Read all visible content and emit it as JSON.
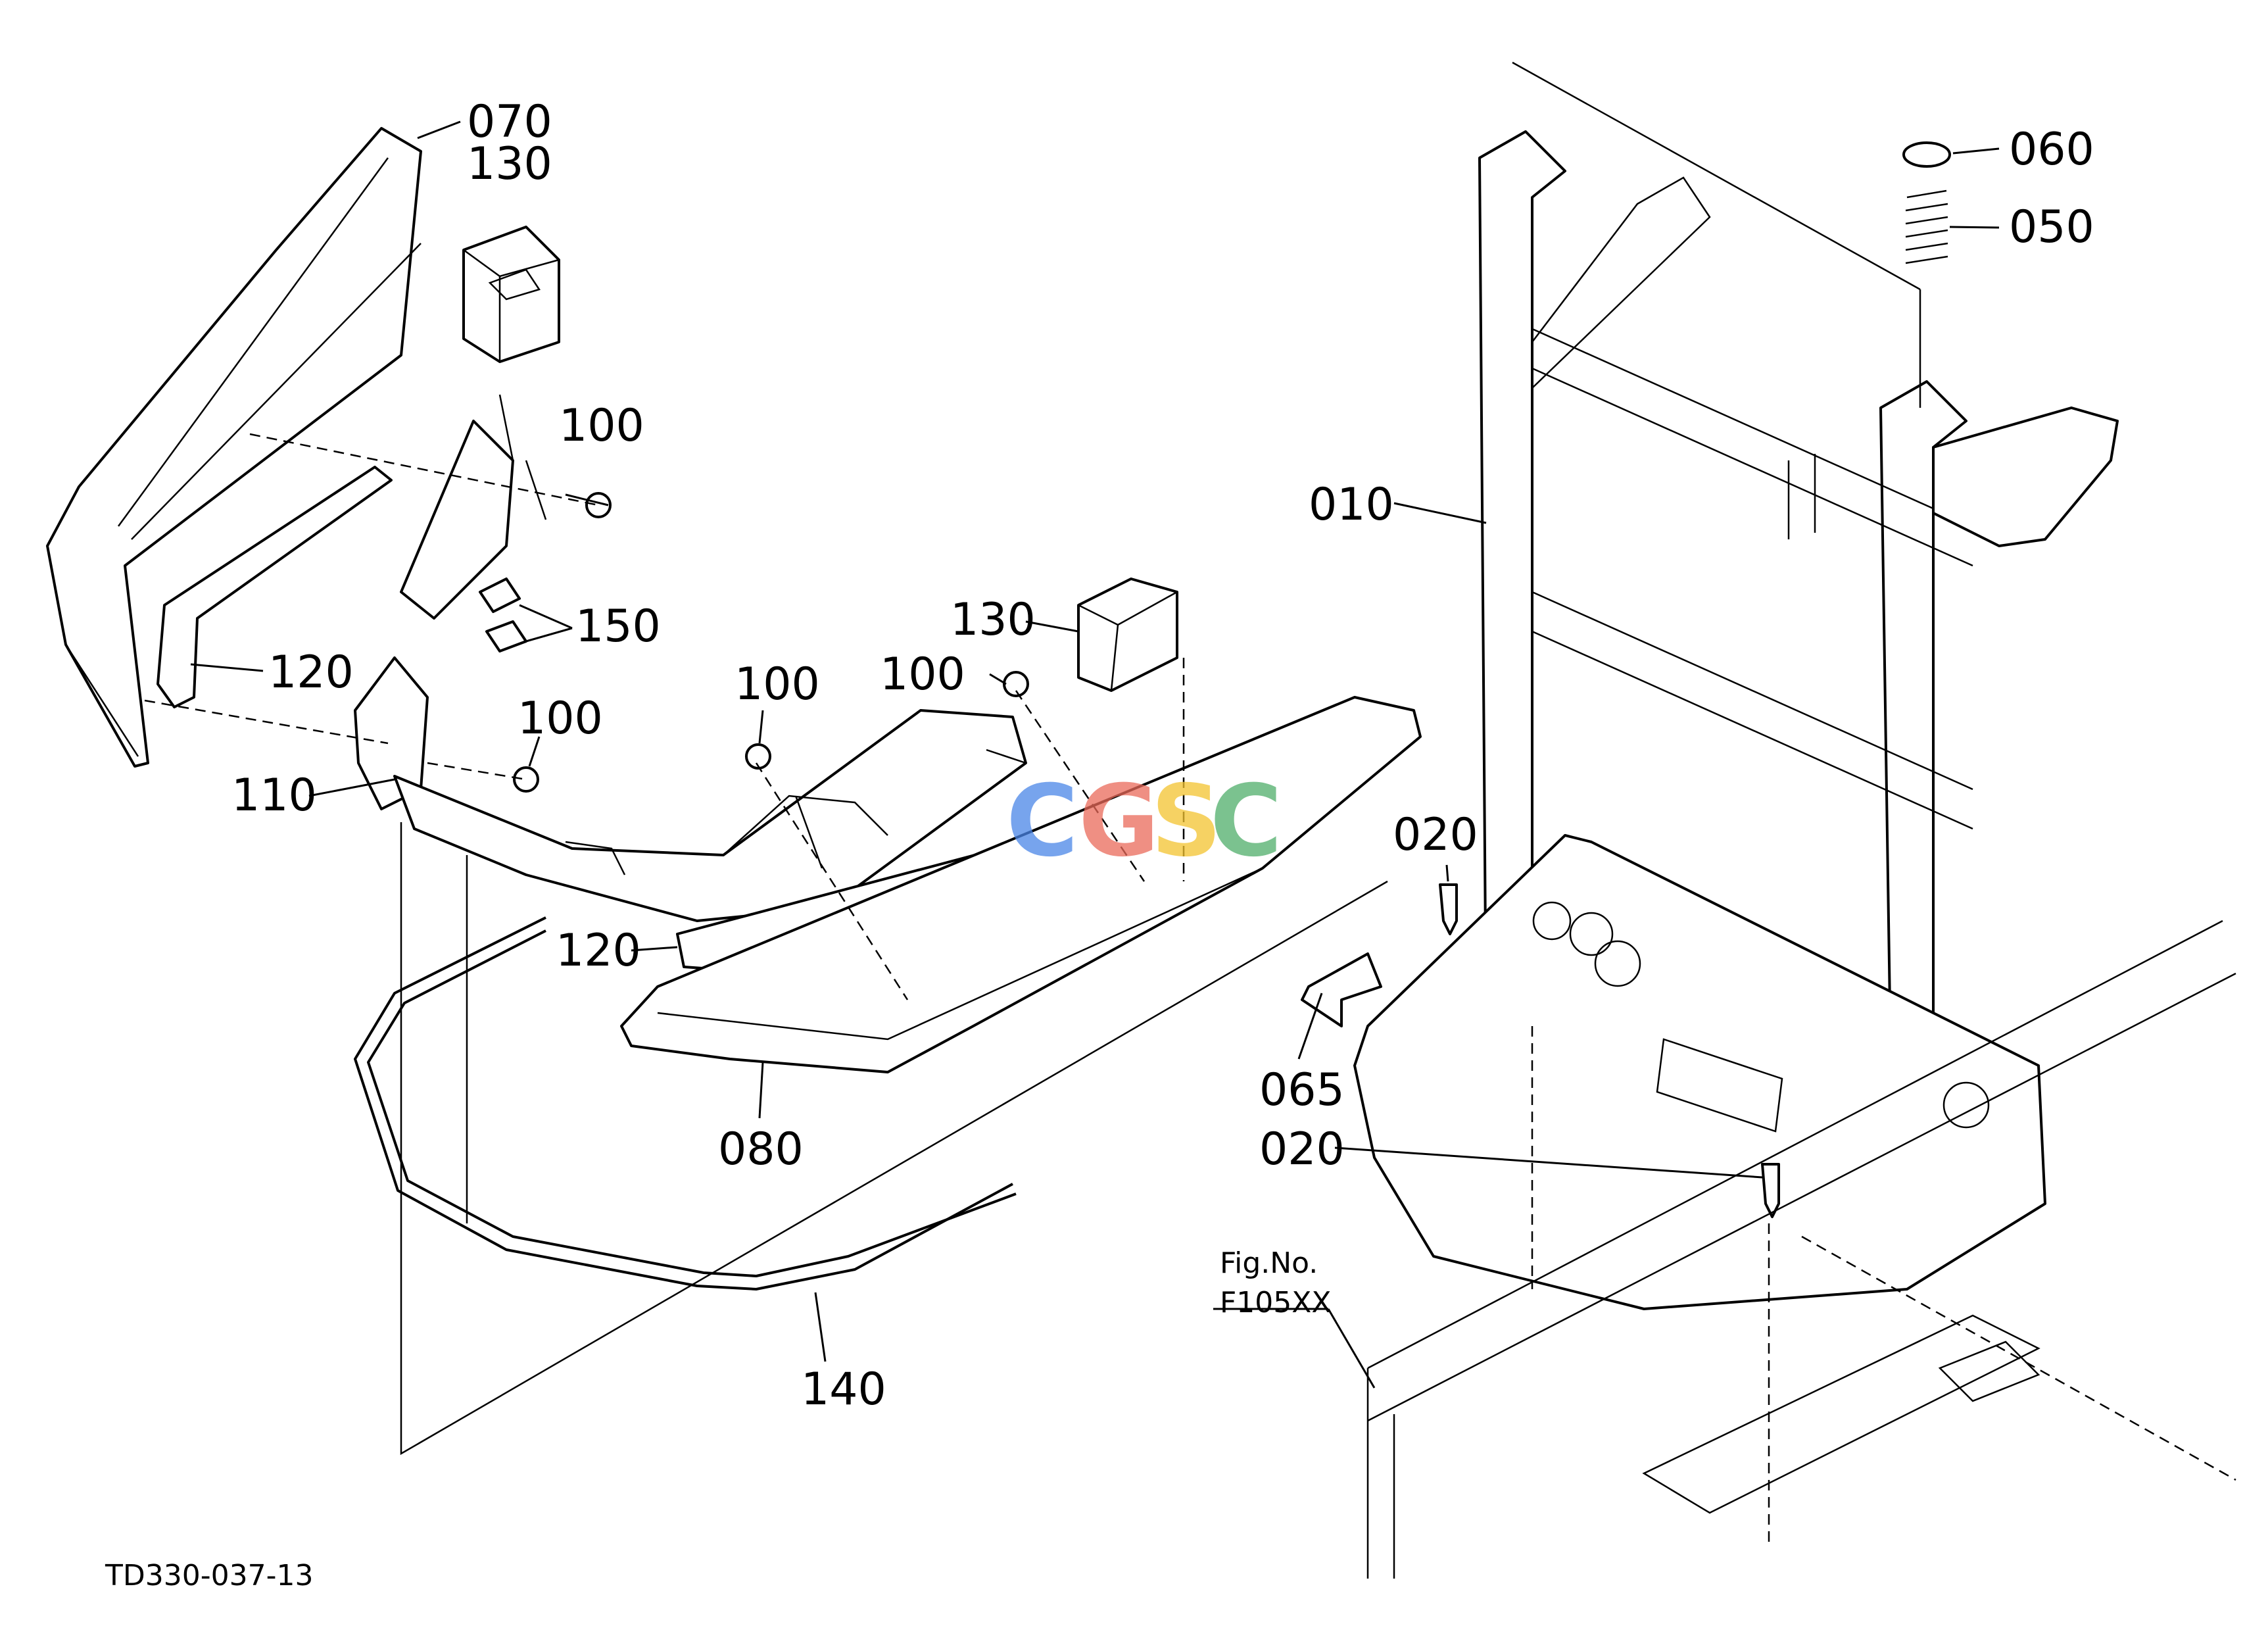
{
  "callouts": {
    "c070": "070",
    "c130a": "130",
    "c100a": "100",
    "c150": "150",
    "c120a": "120",
    "c100b": "100",
    "c110": "110",
    "c100c": "100",
    "c100d": "100",
    "c130b": "130",
    "c120b": "120",
    "c080": "080",
    "c140": "140",
    "c010": "010",
    "c060": "060",
    "c050": "050",
    "c020a": "020",
    "c065": "065",
    "c020b": "020"
  },
  "figure_ref": {
    "line1": "Fig.No.",
    "line2": "F105XX"
  },
  "drawing_code": "TD330-037-13",
  "watermark": {
    "letters": [
      "C",
      "G",
      "S",
      "C"
    ],
    "colors": [
      "#4a86e8",
      "#ea6a5a",
      "#f4c430",
      "#4fae6a"
    ]
  }
}
